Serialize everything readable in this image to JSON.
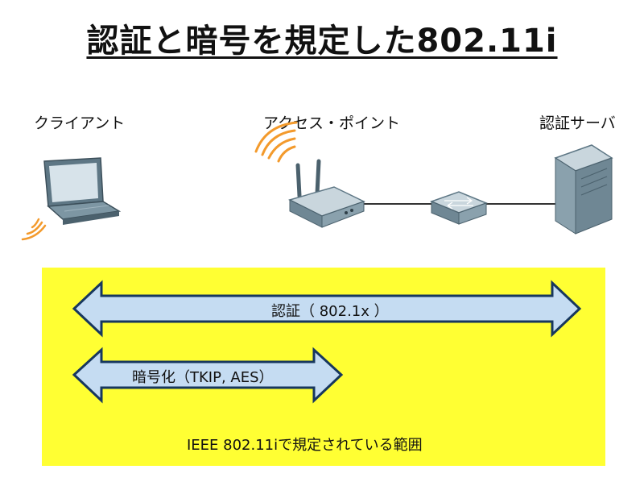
{
  "title": "認証と暗号を規定した802.11i",
  "nodes": {
    "client": "クライアント",
    "access_point": "アクセス・ポイント",
    "auth_server": "認証サーバ"
  },
  "arrows": {
    "auth": "認証（ 802.1x ）",
    "encryption": "暗号化（TKIP, AES）"
  },
  "scope_note": "IEEE 802.11iで規定されている範囲",
  "colors": {
    "scope_fill": "#ffff33",
    "arrow_fill": "#c5dcf2",
    "arrow_stroke": "#17375e",
    "device_body": "#6f8794",
    "signal": "#f39a2c"
  }
}
